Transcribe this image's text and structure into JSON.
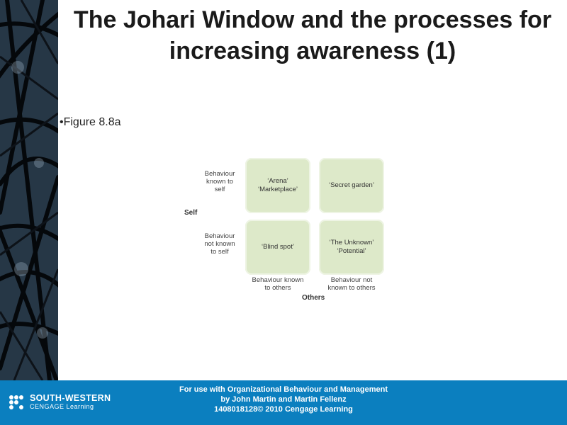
{
  "slide": {
    "title": "The Johari Window and the processes for increasing awareness (1)",
    "bullet": "•Figure 8.8a"
  },
  "diagram": {
    "cells": {
      "arena": "‘Arena’\n‘Marketplace’",
      "secret_garden": "‘Secret garden’",
      "blind_spot": "‘Blind spot’",
      "unknown": "‘The Unknown’\n‘Potential’"
    },
    "row_labels": {
      "known_to_self": "Behaviour\nknown to\nself",
      "not_known_to_self": "Behaviour\nnot known\nto self"
    },
    "col_labels": {
      "known_to_others": "Behaviour known\nto others",
      "not_known_to_others": "Behaviour not\nknown to others"
    },
    "axis_self": "Self",
    "axis_others": "Others",
    "cell_color": "#dde9c9"
  },
  "footer": {
    "logo_main": "SOUTH-WESTERN",
    "logo_sub": "CENGAGE Learning",
    "text": "For use with Organizational Behaviour and Management\nby John Martin and Martin Fellenz\n1408018128© 2010 Cengage Learning",
    "bg_color": "#0b7fbf"
  }
}
